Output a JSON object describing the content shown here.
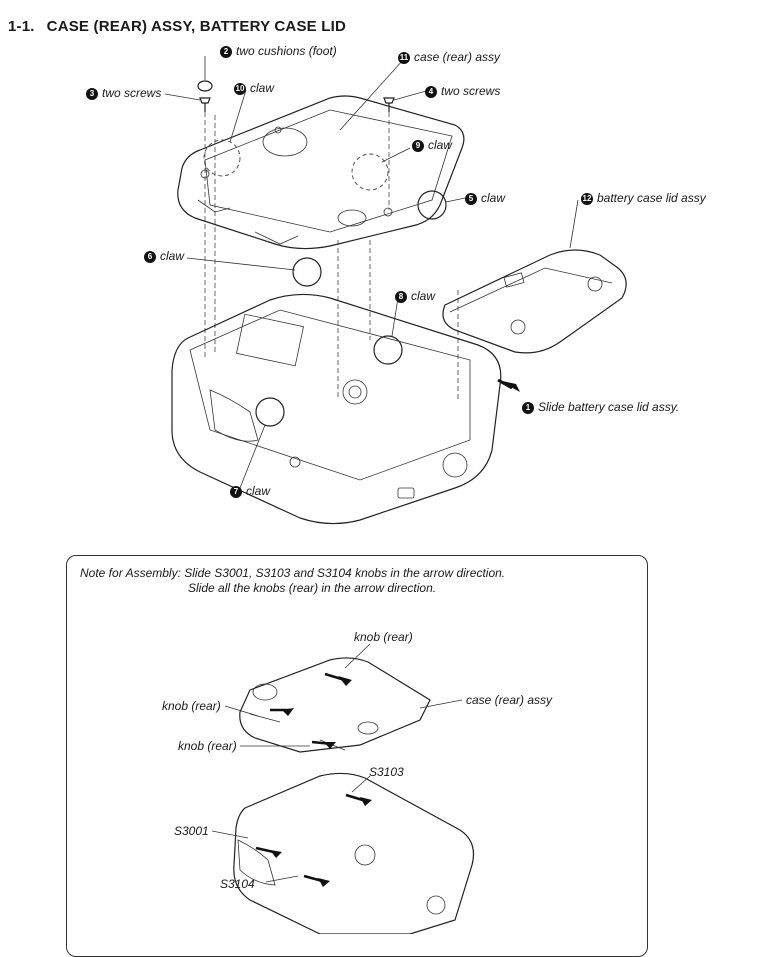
{
  "heading": {
    "number": "1-1.",
    "title": "CASE (REAR) ASSY, BATTERY CASE LID"
  },
  "callouts": [
    {
      "num": "2",
      "text": "two cushions (foot)"
    },
    {
      "num": "11",
      "text": "case (rear) assy"
    },
    {
      "num": "3",
      "text": "two screws"
    },
    {
      "num": "10",
      "text": "claw"
    },
    {
      "num": "4",
      "text": "two screws"
    },
    {
      "num": "9",
      "text": "claw"
    },
    {
      "num": "5",
      "text": "claw"
    },
    {
      "num": "12",
      "text": "battery case lid assy"
    },
    {
      "num": "6",
      "text": "claw"
    },
    {
      "num": "8",
      "text": "claw"
    },
    {
      "num": "1",
      "text": "Slide battery case lid assy."
    },
    {
      "num": "7",
      "text": "claw"
    }
  ],
  "note": {
    "line1": "Note for Assembly: Slide S3001, S3103 and S3104 knobs in the arrow direction.",
    "line2": "Slide all the knobs (rear) in the arrow direction."
  },
  "assembly_labels": {
    "knob_top": "knob (rear)",
    "knob_left": "knob (rear)",
    "knob_lower": "knob (rear)",
    "case": "case (rear) assy",
    "s3103": "S3103",
    "s3001": "S3001",
    "s3104": "S3104"
  }
}
